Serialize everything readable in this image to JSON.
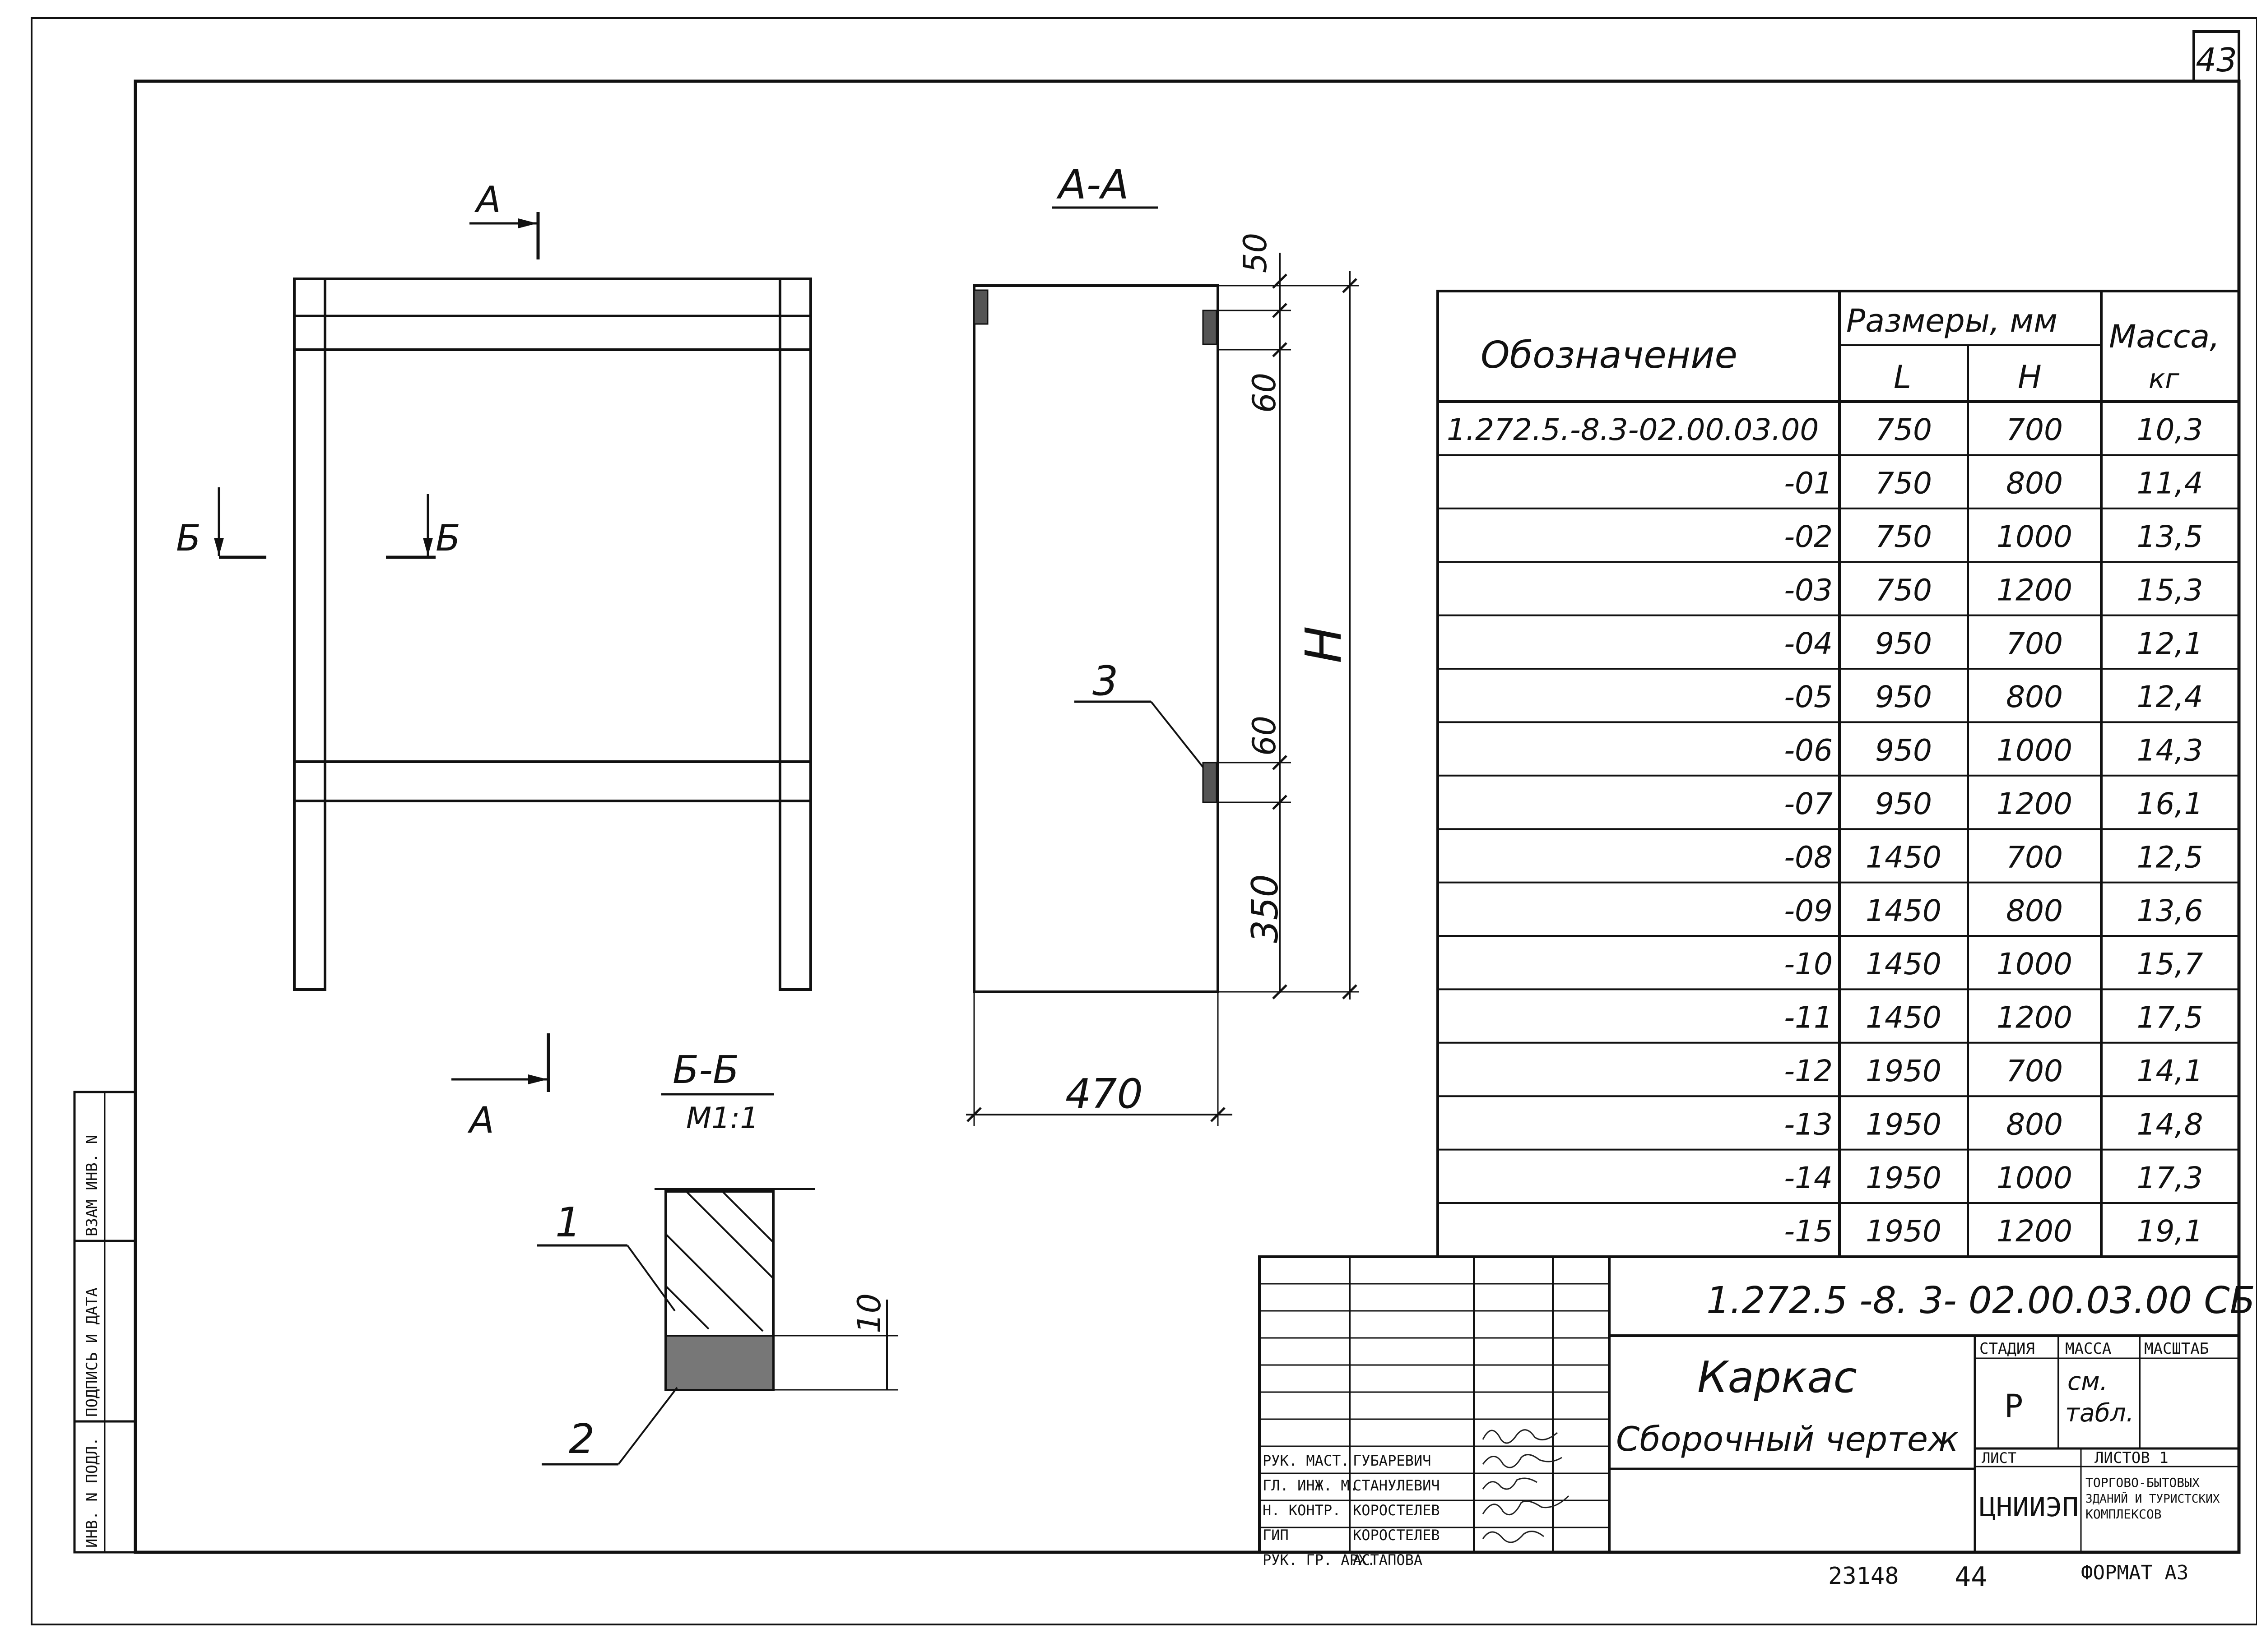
{
  "sheet_number": "43",
  "views": {
    "section_marker": "А",
    "section_marker_b": "Б",
    "section_aa_title": "А-А",
    "section_bb_title": "Б-Б",
    "section_bb_scale": "М1:1",
    "dim_50": "50",
    "dim_60_top": "60",
    "dim_60_mid": "60",
    "dim_350": "350",
    "dim_470": "470",
    "dim_H": "Н",
    "dim_10": "10",
    "callout_1": "1",
    "callout_2": "2",
    "callout_3": "3"
  },
  "spec_table": {
    "col_designation": "Обозначение",
    "col_dimensions": "Размеры, мм",
    "col_L": "L",
    "col_H": "Н",
    "col_mass": "Масса,",
    "col_mass_unit": "кг",
    "rows": [
      {
        "designation": "1.272.5.-8.3-02.00.03.00",
        "L": "750",
        "H": "700",
        "mass": "10,3"
      },
      {
        "designation": "-01",
        "L": "750",
        "H": "800",
        "mass": "11,4"
      },
      {
        "designation": "-02",
        "L": "750",
        "H": "1000",
        "mass": "13,5"
      },
      {
        "designation": "-03",
        "L": "750",
        "H": "1200",
        "mass": "15,3"
      },
      {
        "designation": "-04",
        "L": "950",
        "H": "700",
        "mass": "12,1"
      },
      {
        "designation": "-05",
        "L": "950",
        "H": "800",
        "mass": "12,4"
      },
      {
        "designation": "-06",
        "L": "950",
        "H": "1000",
        "mass": "14,3"
      },
      {
        "designation": "-07",
        "L": "950",
        "H": "1200",
        "mass": "16,1"
      },
      {
        "designation": "-08",
        "L": "1450",
        "H": "700",
        "mass": "12,5"
      },
      {
        "designation": "-09",
        "L": "1450",
        "H": "800",
        "mass": "13,6"
      },
      {
        "designation": "-10",
        "L": "1450",
        "H": "1000",
        "mass": "15,7"
      },
      {
        "designation": "-11",
        "L": "1450",
        "H": "1200",
        "mass": "17,5"
      },
      {
        "designation": "-12",
        "L": "1950",
        "H": "700",
        "mass": "14,1"
      },
      {
        "designation": "-13",
        "L": "1950",
        "H": "800",
        "mass": "14,8"
      },
      {
        "designation": "-14",
        "L": "1950",
        "H": "1000",
        "mass": "17,3"
      },
      {
        "designation": "-15",
        "L": "1950",
        "H": "1200",
        "mass": "19,1"
      }
    ]
  },
  "title_block": {
    "doc_code": "1.272.5 -8. 3- 02.00.03.00 СБ",
    "title": "Каркас",
    "subtitle": "Сборочный чертеж",
    "stage_label": "СТАДИЯ",
    "mass_label": "МАССА",
    "scale_label": "МАСШТАБ",
    "stage_value": "Р",
    "mass_value_1": "см.",
    "mass_value_2": "табл.",
    "sheet_label": "ЛИСТ",
    "sheets_label": "ЛИСТОВ 1",
    "org_logo": "ЦНИИЭП",
    "org_line_1": "ТОРГОВО-БЫТОВЫХ",
    "org_line_2": "ЗДАНИЙ И ТУРИСТСКИХ",
    "org_line_3": "КОМПЛЕКСОВ",
    "people": [
      {
        "role": "РУК. МАСТ.",
        "name": "ГУБАРЕВИЧ"
      },
      {
        "role": "ГЛ. ИНЖ. М.",
        "name": "СТАНУЛЕВИЧ"
      },
      {
        "role": "Н. КОНТР.",
        "name": "КОРОСТЕЛЕВ"
      },
      {
        "role": "ГИП",
        "name": "КОРОСТЕЛЕВ"
      },
      {
        "role": "РУК. ГР. АРХ.",
        "name": "АСТАПОВА"
      }
    ]
  },
  "side_stamp": {
    "inv_orig": "ИНВ. N ПОДЛ.",
    "sign_date": "ПОДПИСЬ И ДАТА",
    "replace_inv": "ВЗАМ ИНВ. N"
  },
  "footer": {
    "archive_number": "23148",
    "page_number": "44",
    "format": "ФОРМАТ А3"
  }
}
